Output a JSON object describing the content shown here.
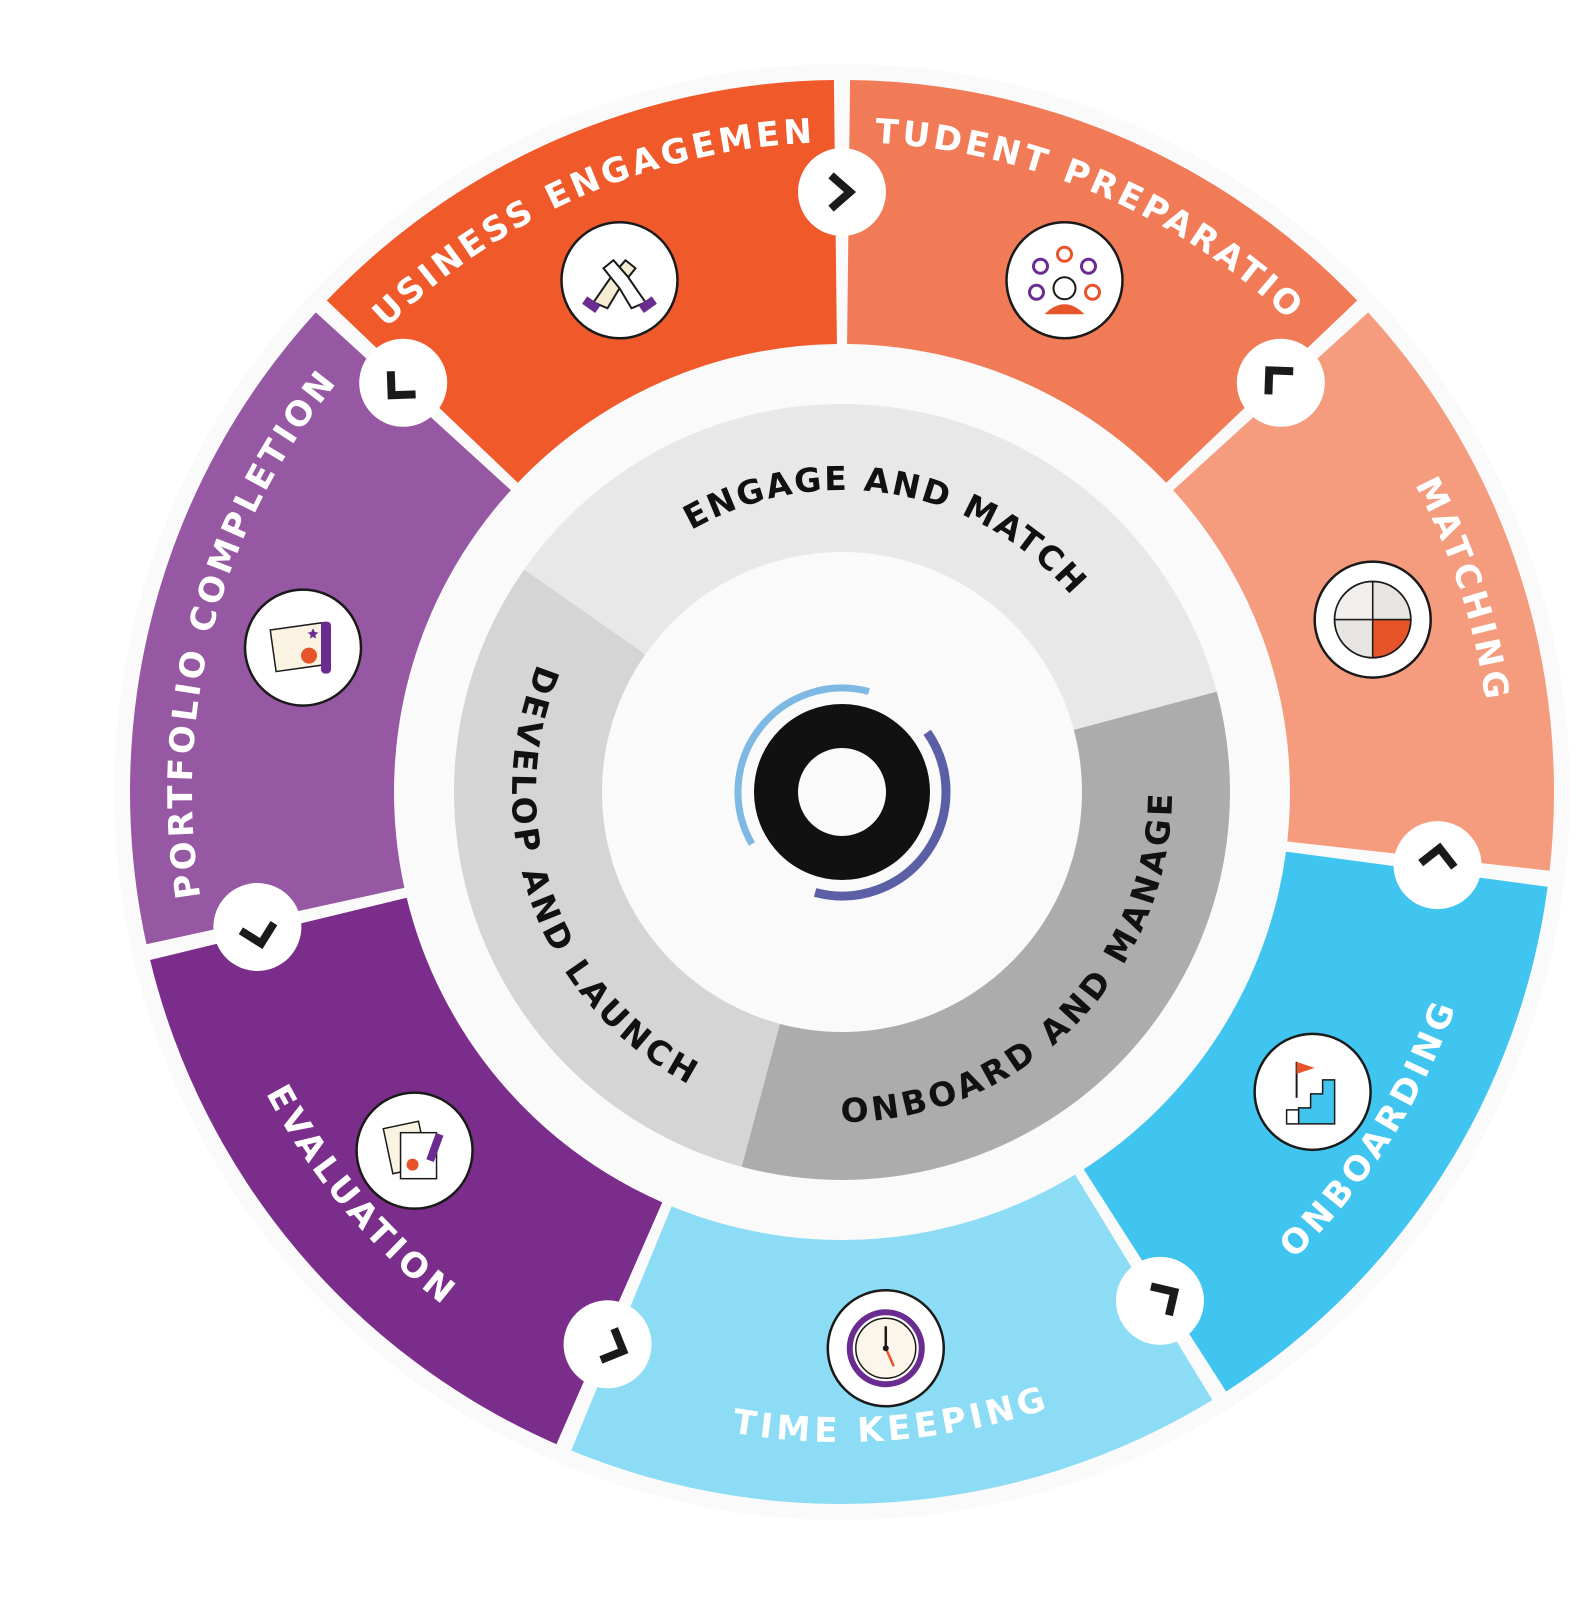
{
  "colors": {
    "background": "#ffffff",
    "outer_rim": "#fafafa",
    "ring_gap": "#ffffff",
    "chevron": "#1a1a1a"
  },
  "segments": [
    {
      "id": "business-engagement",
      "label": "BUSINESS ENGAGEMENT",
      "color": "#F05A2B",
      "icon": "handshake-icon"
    },
    {
      "id": "student-preparation",
      "label": "STUDENT PREPARATION",
      "color": "#F27B57",
      "icon": "student-skills-icon"
    },
    {
      "id": "matching",
      "label": "MATCHING",
      "color": "#F59C7F",
      "icon": "puzzle-icon"
    },
    {
      "id": "onboarding",
      "label": "ONBOARDING",
      "color": "#3FC5F0",
      "icon": "steps-flag-icon"
    },
    {
      "id": "time-keeping",
      "label": "TIME KEEPING",
      "color": "#8DDCF5",
      "icon": "clock-icon"
    },
    {
      "id": "evaluation",
      "label": "EVALUATION",
      "color": "#7B2D8B",
      "icon": "documents-icon"
    },
    {
      "id": "portfolio-completion",
      "label": "PORTFOLIO COMPLETION",
      "color": "#9657A3",
      "icon": "certificate-scroll-icon"
    }
  ],
  "phases": [
    {
      "id": "engage-and-match",
      "label": "ENGAGE AND MATCH",
      "color": "#E8E8E8"
    },
    {
      "id": "onboard-and-manage",
      "label": "ONBOARD AND MANAGE",
      "color": "#ACACAC"
    },
    {
      "id": "develop-and-launch",
      "label": "DEVELOP AND LAUNCH",
      "color": "#D5D5D5"
    }
  ],
  "center_logo": {
    "icon": "ring-logo-icon",
    "ring_color": "#111111",
    "swoosh_top_color": "#7DB9E3",
    "swoosh_bottom_color": "#5A5FA6"
  }
}
